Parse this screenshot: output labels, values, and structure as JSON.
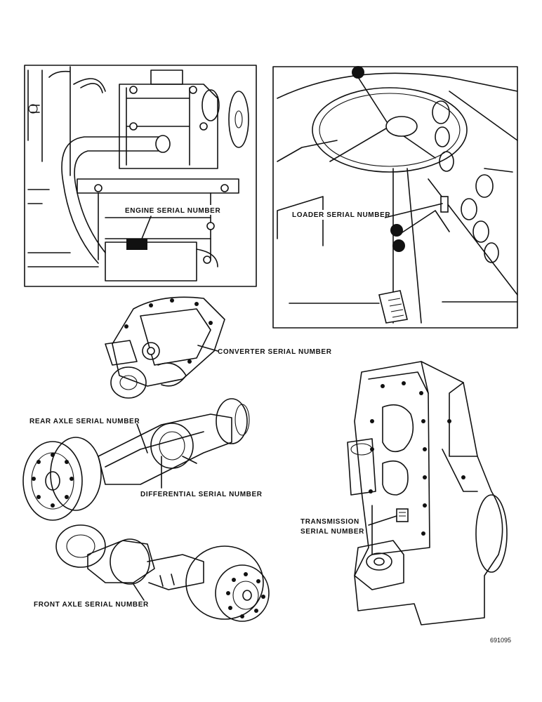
{
  "labels": {
    "engine": "ENGINE SERIAL NUMBER",
    "loader": "LOADER SERIAL NUMBER",
    "converter": "CONVERTER SERIAL NUMBER",
    "rear_axle": "REAR AXLE SERIAL NUMBER",
    "differential": "DIFFERENTIAL SERIAL NUMBER",
    "transmission_line1": "TRANSMISSION",
    "transmission_line2": "SERIAL NUMBER",
    "front_axle": "FRONT AXLE SERIAL NUMBER"
  },
  "figure_number": "691095"
}
